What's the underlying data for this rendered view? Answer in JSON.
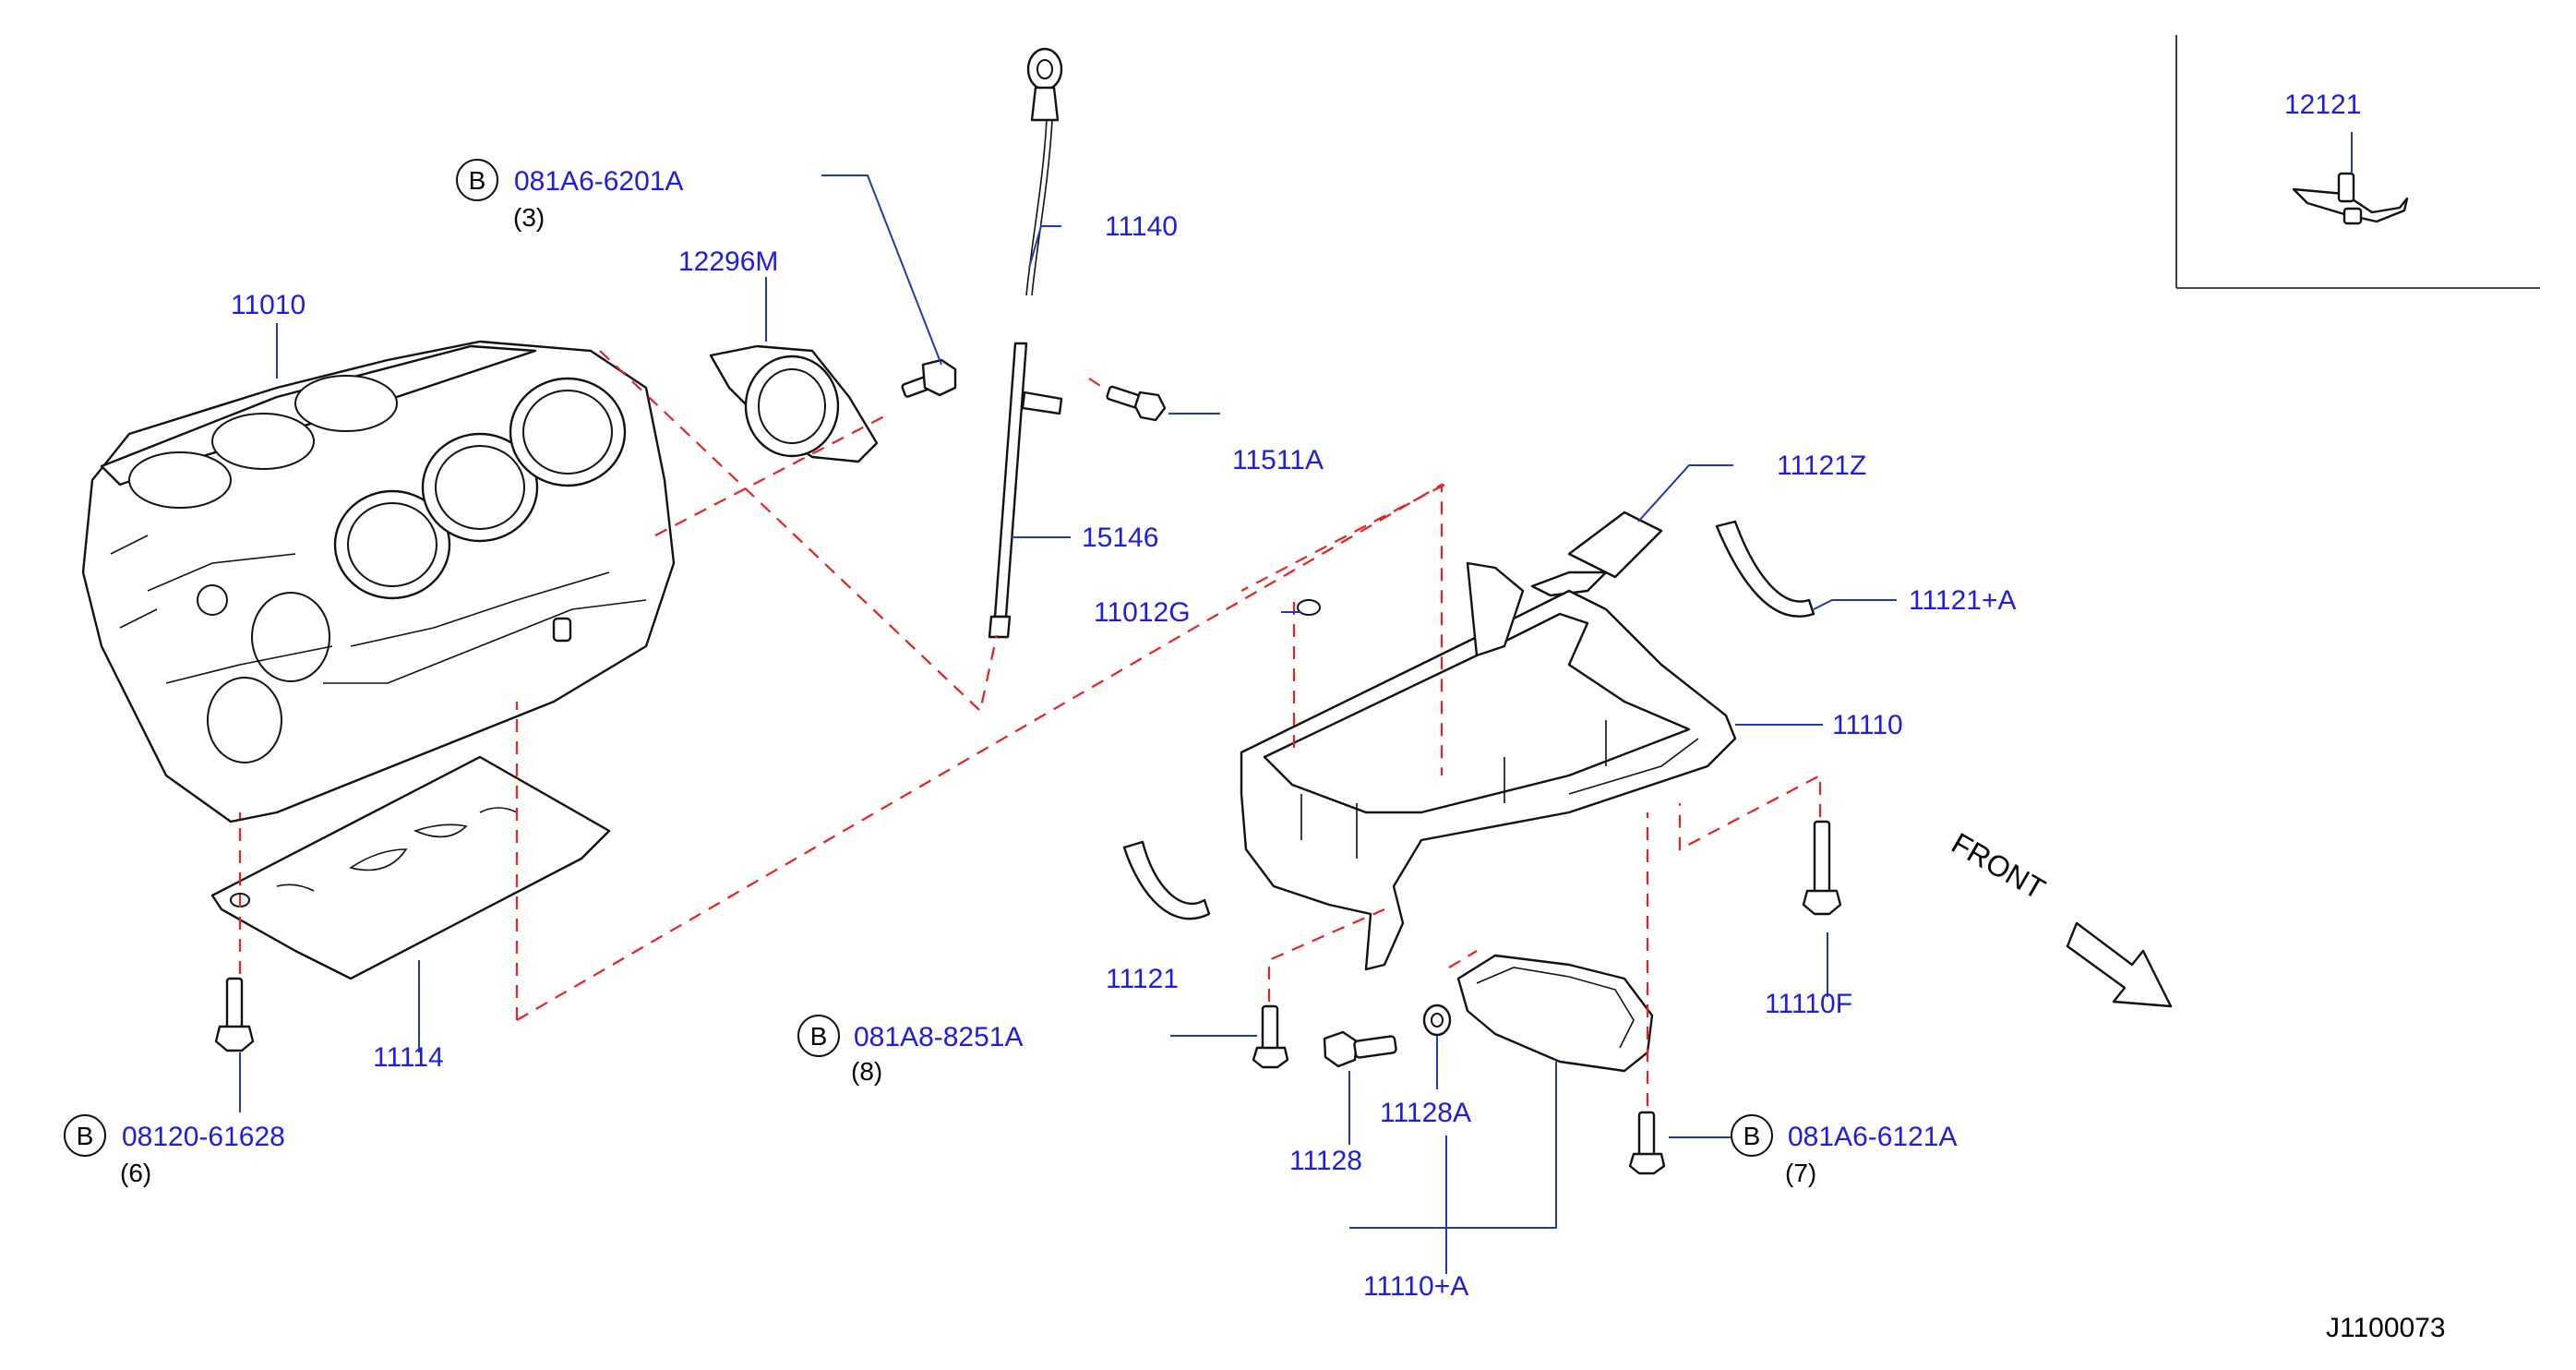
{
  "labels": {
    "p11010": "11010",
    "p12296m": "12296M",
    "p11140": "11140",
    "p11511a": "11511A",
    "p15146": "15146",
    "p11121z": "11121Z",
    "p11121a": "11121+A",
    "p11012g": "11012G",
    "p11110": "11110",
    "p11121": "11121",
    "p11114": "11114",
    "p11110f": "11110F",
    "p11128": "11128",
    "p11128a": "11128A",
    "p11110a": "11110+A",
    "p12121": "12121"
  },
  "bolts": {
    "b1": {
      "letter": "B",
      "part": "081A6-6201A",
      "qty": "(3)"
    },
    "b2": {
      "letter": "B",
      "part": "08120-61628",
      "qty": "(6)"
    },
    "b3": {
      "letter": "B",
      "part": "081A8-8251A",
      "qty": "(8)"
    },
    "b4": {
      "letter": "B",
      "part": "081A6-6121A",
      "qty": "(7)"
    }
  },
  "front_label": "FRONT",
  "diagram_code": "J1100073",
  "colors": {
    "label": "#1c1ce6",
    "leader": "#1f3bb3",
    "dashed": "#e82020",
    "line": "#111111"
  }
}
